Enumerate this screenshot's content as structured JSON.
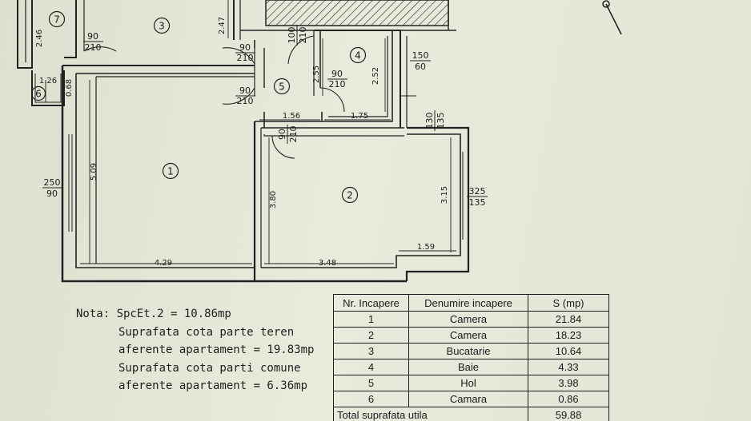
{
  "plan": {
    "rooms": [
      {
        "num": "1"
      },
      {
        "num": "2"
      },
      {
        "num": "3"
      },
      {
        "num": "4"
      },
      {
        "num": "5"
      },
      {
        "num": "6"
      },
      {
        "num": "7"
      }
    ],
    "dimensions": {
      "d_2_46": "2.46",
      "d_2_47": "2.47",
      "d_1_26": "1.26",
      "d_0_68": "0.68",
      "d_5_09": "5.09",
      "d_4_29": "4.29",
      "d_3_80": "3.80",
      "d_3_48": "3.48",
      "d_3_15": "3.15",
      "d_1_59": "1.59",
      "d_1_56": "1.56",
      "d_1_75": "1.75",
      "d_2_55": "2.55",
      "d_2_52": "2.52"
    },
    "doors": {
      "door_a": {
        "top": "90",
        "bottom": "210"
      },
      "door_b": {
        "top": "90",
        "bottom": "210"
      },
      "door_c": {
        "top": "90",
        "bottom": "210"
      },
      "door_d": {
        "top": "90",
        "bottom": "210"
      },
      "door_e": {
        "top": "90",
        "bottom": "210"
      },
      "door_f": {
        "top": "100",
        "bottom": "210"
      }
    },
    "windows": {
      "w_left": {
        "top": "250",
        "bottom": "90"
      },
      "w_top": {
        "top": "150",
        "bottom": "60"
      },
      "w_mid": {
        "top": "130",
        "bottom": "135"
      },
      "w_right": {
        "top": "325",
        "bottom": "135"
      }
    }
  },
  "notes": {
    "line1": "Nota: SpcEt.2 = 10.86mp",
    "line2": "Suprafata cota parte teren",
    "line3": "aferente apartament = 19.83mp",
    "line4": "Suprafata cota parti comune",
    "line5": "aferente apartament = 6.36mp"
  },
  "table": {
    "headers": [
      "Nr. Incapere",
      "Denumire incapere",
      "S (mp)"
    ],
    "rows": [
      [
        "1",
        "Camera",
        "21.84"
      ],
      [
        "2",
        "Camera",
        "18.23"
      ],
      [
        "3",
        "Bucatarie",
        "10.64"
      ],
      [
        "4",
        "Baie",
        "4.33"
      ],
      [
        "5",
        "Hol",
        "3.98"
      ],
      [
        "6",
        "Camara",
        "0.86"
      ]
    ],
    "total_label": "Total suprafata utila",
    "total_value": "59.88"
  }
}
